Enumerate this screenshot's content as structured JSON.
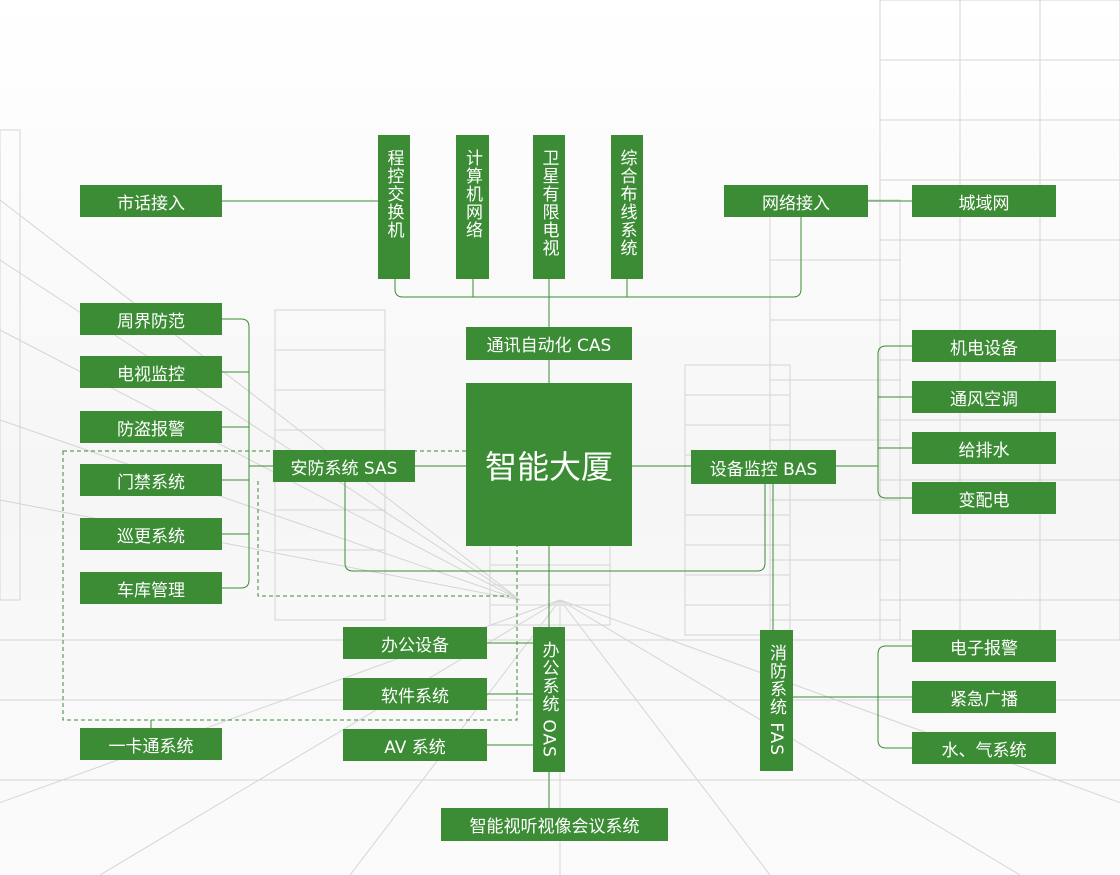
{
  "center": "智能大厦",
  "subsystems": {
    "cas": "通讯自动化 CAS",
    "sas": "安防系统 SAS",
    "bas": "设备监控 BAS",
    "oas": "办公系统 OAS",
    "fas": "消防系统 FAS"
  },
  "communication": {
    "phone_access": "市话接入",
    "network_access": "网络接入",
    "metro_network": "城域网",
    "pbx": "程控交换机",
    "computer_network": "计算机网络",
    "satellite_tv": "卫星有限电视",
    "cabling": "综合布线系统"
  },
  "security": {
    "perimeter": "周界防范",
    "cctv": "电视监控",
    "burglar_alarm": "防盗报警",
    "access_control": "门禁系统",
    "patrol": "巡更系统",
    "garage": "车库管理",
    "card_system": "一卡通系统"
  },
  "building": {
    "mech_elec": "机电设备",
    "hvac": "通风空调",
    "water": "给排水",
    "power": "变配电"
  },
  "office": {
    "equipment": "办公设备",
    "software": "软件系统",
    "av": "AV 系统",
    "conference": "智能视听视像会议系统"
  },
  "fire": {
    "alarm": "电子报警",
    "broadcast": "紧急广播",
    "suppression": "水、气系统"
  },
  "colors": {
    "box": "#3b8c35",
    "line": "#3b8c35"
  }
}
